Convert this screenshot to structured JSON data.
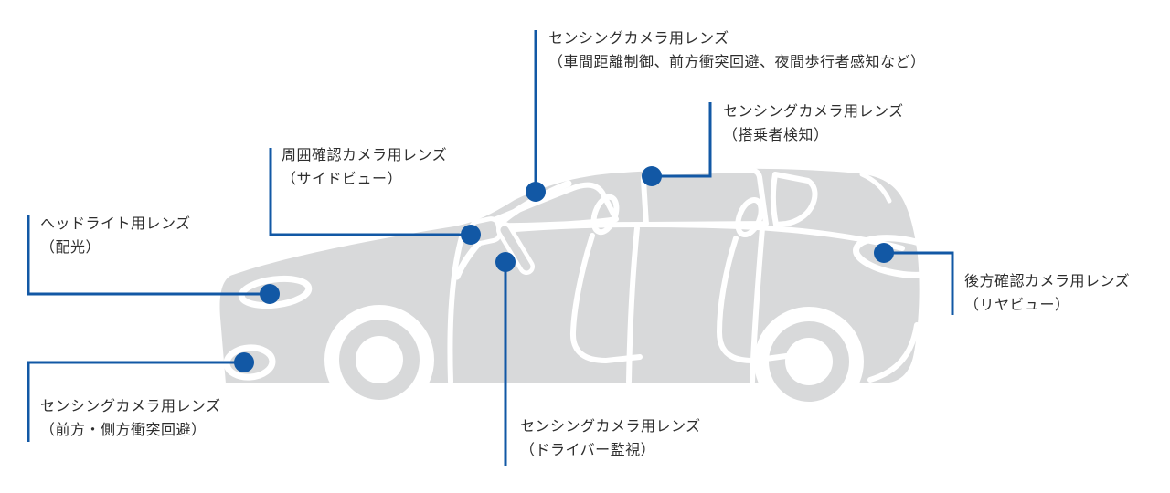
{
  "diagram": {
    "description_labels": [
      {
        "id": "front-sensing",
        "line1": "センシングカメラ用レンズ",
        "line2": "（車間距離制御、前方衝突回避、夜間歩行者感知など）"
      },
      {
        "id": "occupant",
        "line1": "センシングカメラ用レンズ",
        "line2": "（搭乗者検知）"
      },
      {
        "id": "side-view",
        "line1": "周囲確認カメラ用レンズ",
        "line2": "（サイドビュー）"
      },
      {
        "id": "headlight",
        "line1": "ヘッドライト用レンズ",
        "line2": "（配光）"
      },
      {
        "id": "front-side-collision",
        "line1": "センシングカメラ用レンズ",
        "line2": "（前方・側方衝突回避）"
      },
      {
        "id": "driver-monitor",
        "line1": "センシングカメラ用レンズ",
        "line2": "（ドライバー監視）"
      },
      {
        "id": "rear-view",
        "line1": "後方確認カメラ用レンズ",
        "line2": "（リヤビュー）"
      }
    ],
    "marker_count": 7,
    "colors": {
      "accent": "#1258a5",
      "car": "#d8d9da",
      "text": "#2e2e2e",
      "bg": "#ffffff"
    }
  }
}
